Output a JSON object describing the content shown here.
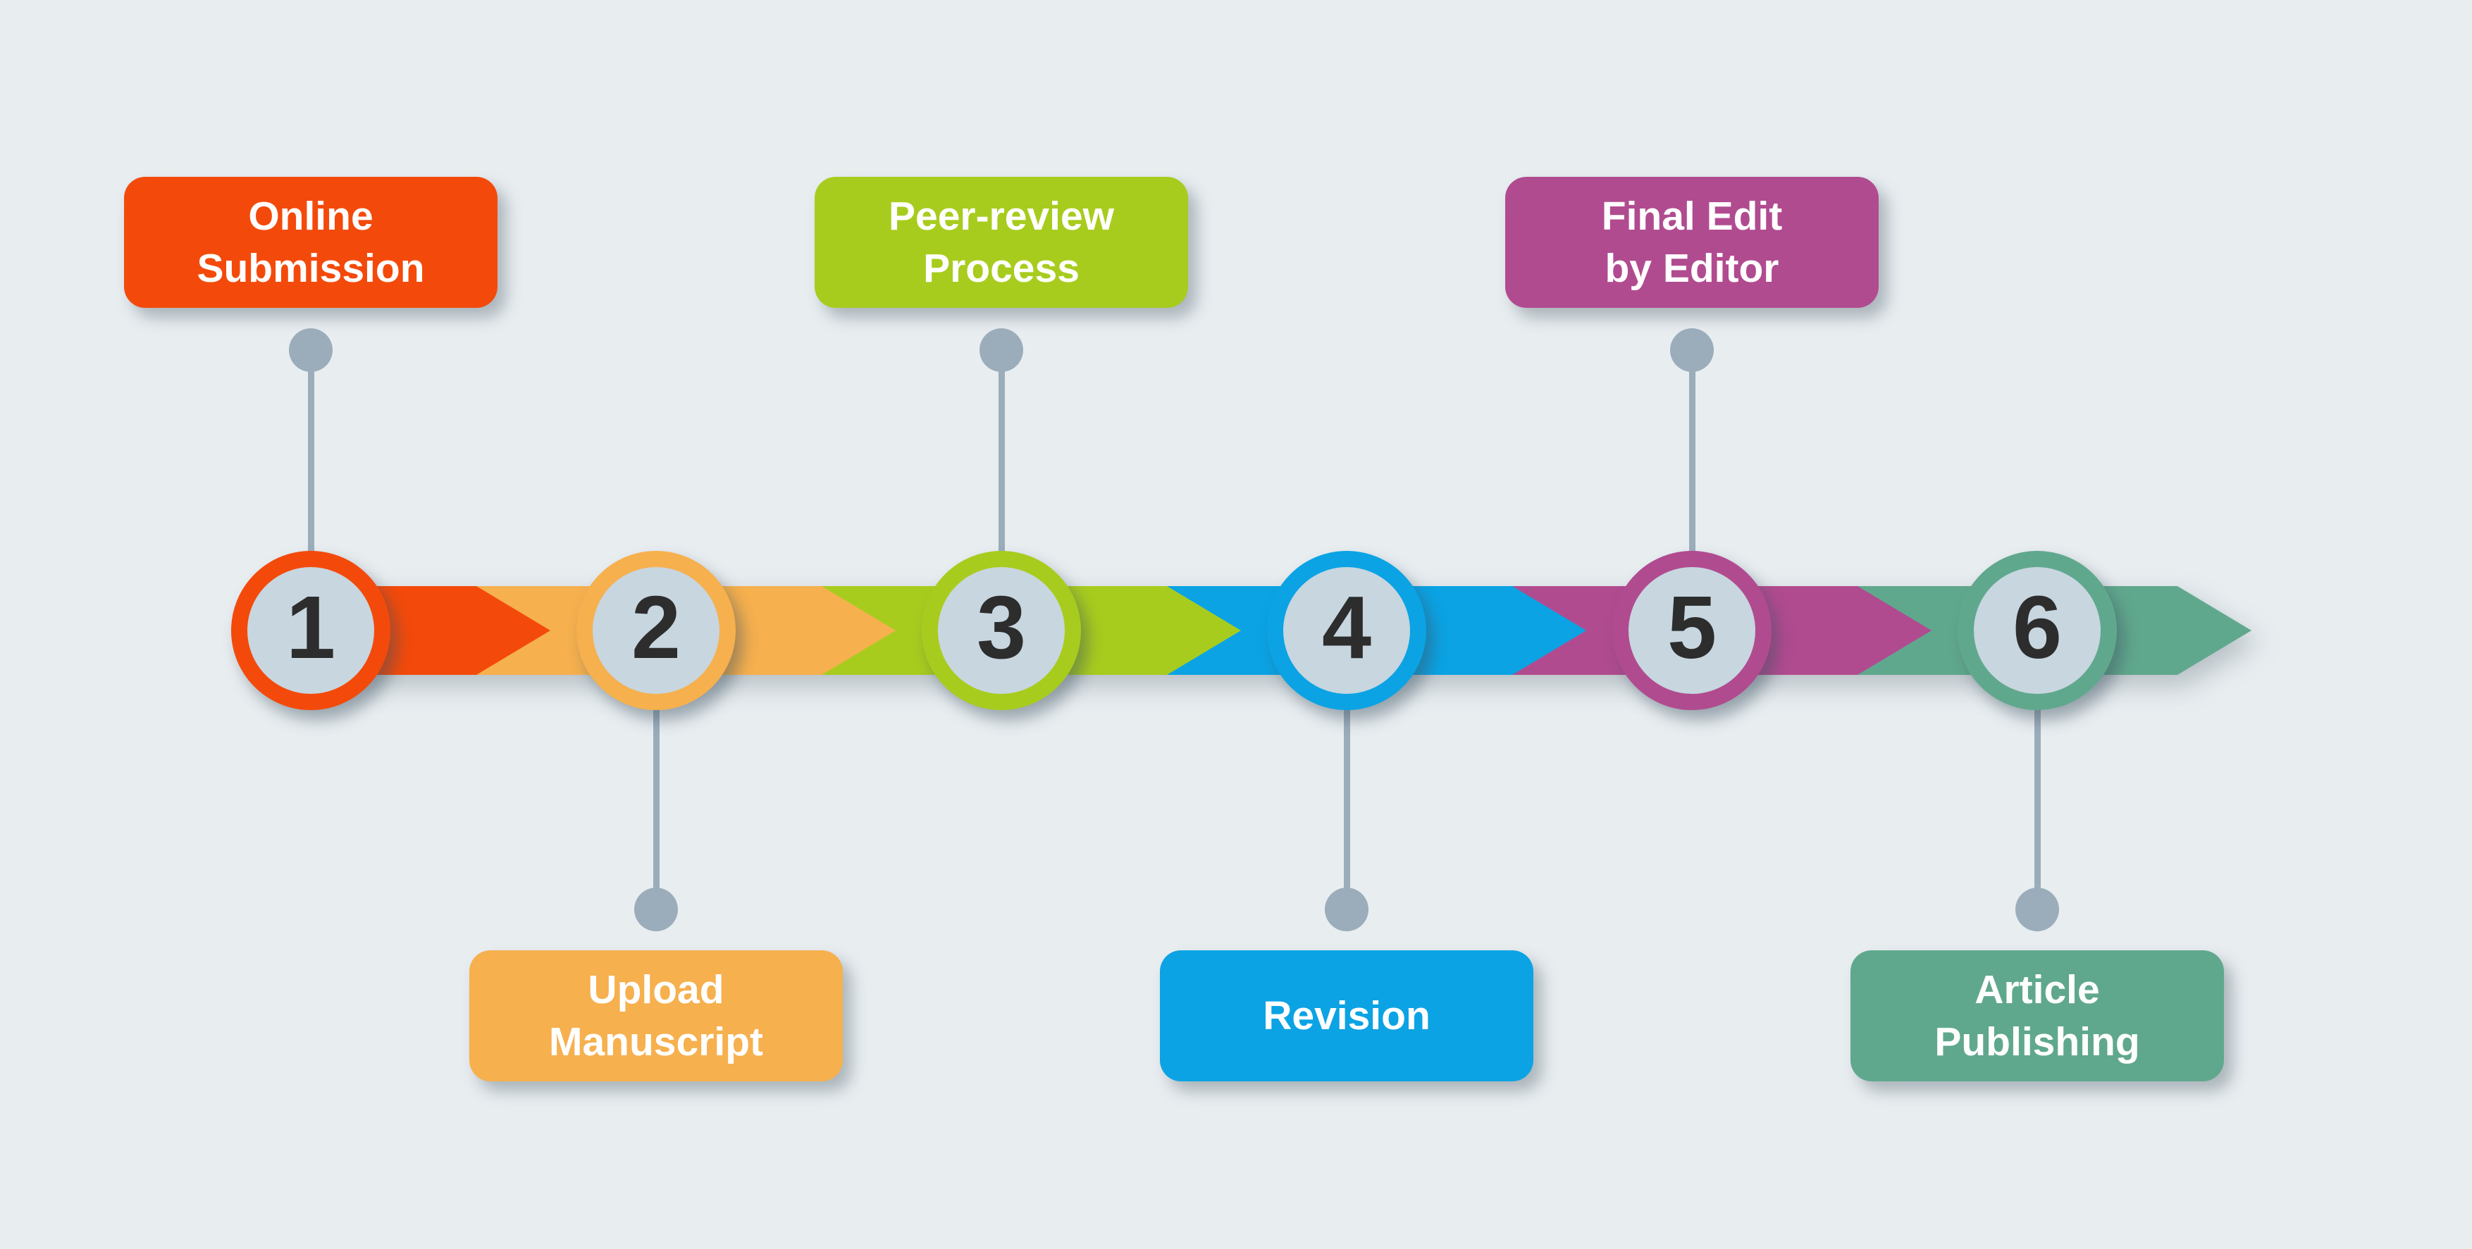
{
  "background_color": "#e8edf0",
  "label_text_color": "#ffffff",
  "connector": {
    "color": "#9badbb"
  },
  "circle": {
    "inner_color": "#c7d6df",
    "number_color": "#2d2d2d"
  },
  "steps": [
    {
      "number": "1",
      "label": "Online\nSubmission",
      "color": "#f34a0b",
      "label_position": "top"
    },
    {
      "number": "2",
      "label": "Upload\nManuscript",
      "color": "#f6b04e",
      "label_position": "bottom"
    },
    {
      "number": "3",
      "label": "Peer-review\nProcess",
      "color": "#a8cc1e",
      "label_position": "top"
    },
    {
      "number": "4",
      "label": "Revision",
      "color": "#0ba3e4",
      "label_position": "bottom"
    },
    {
      "number": "5",
      "label": "Final Edit\nby Editor",
      "color": "#b14b90",
      "label_position": "top"
    },
    {
      "number": "6",
      "label": "Article\nPublishing",
      "color": "#60a88d",
      "label_position": "bottom"
    }
  ]
}
